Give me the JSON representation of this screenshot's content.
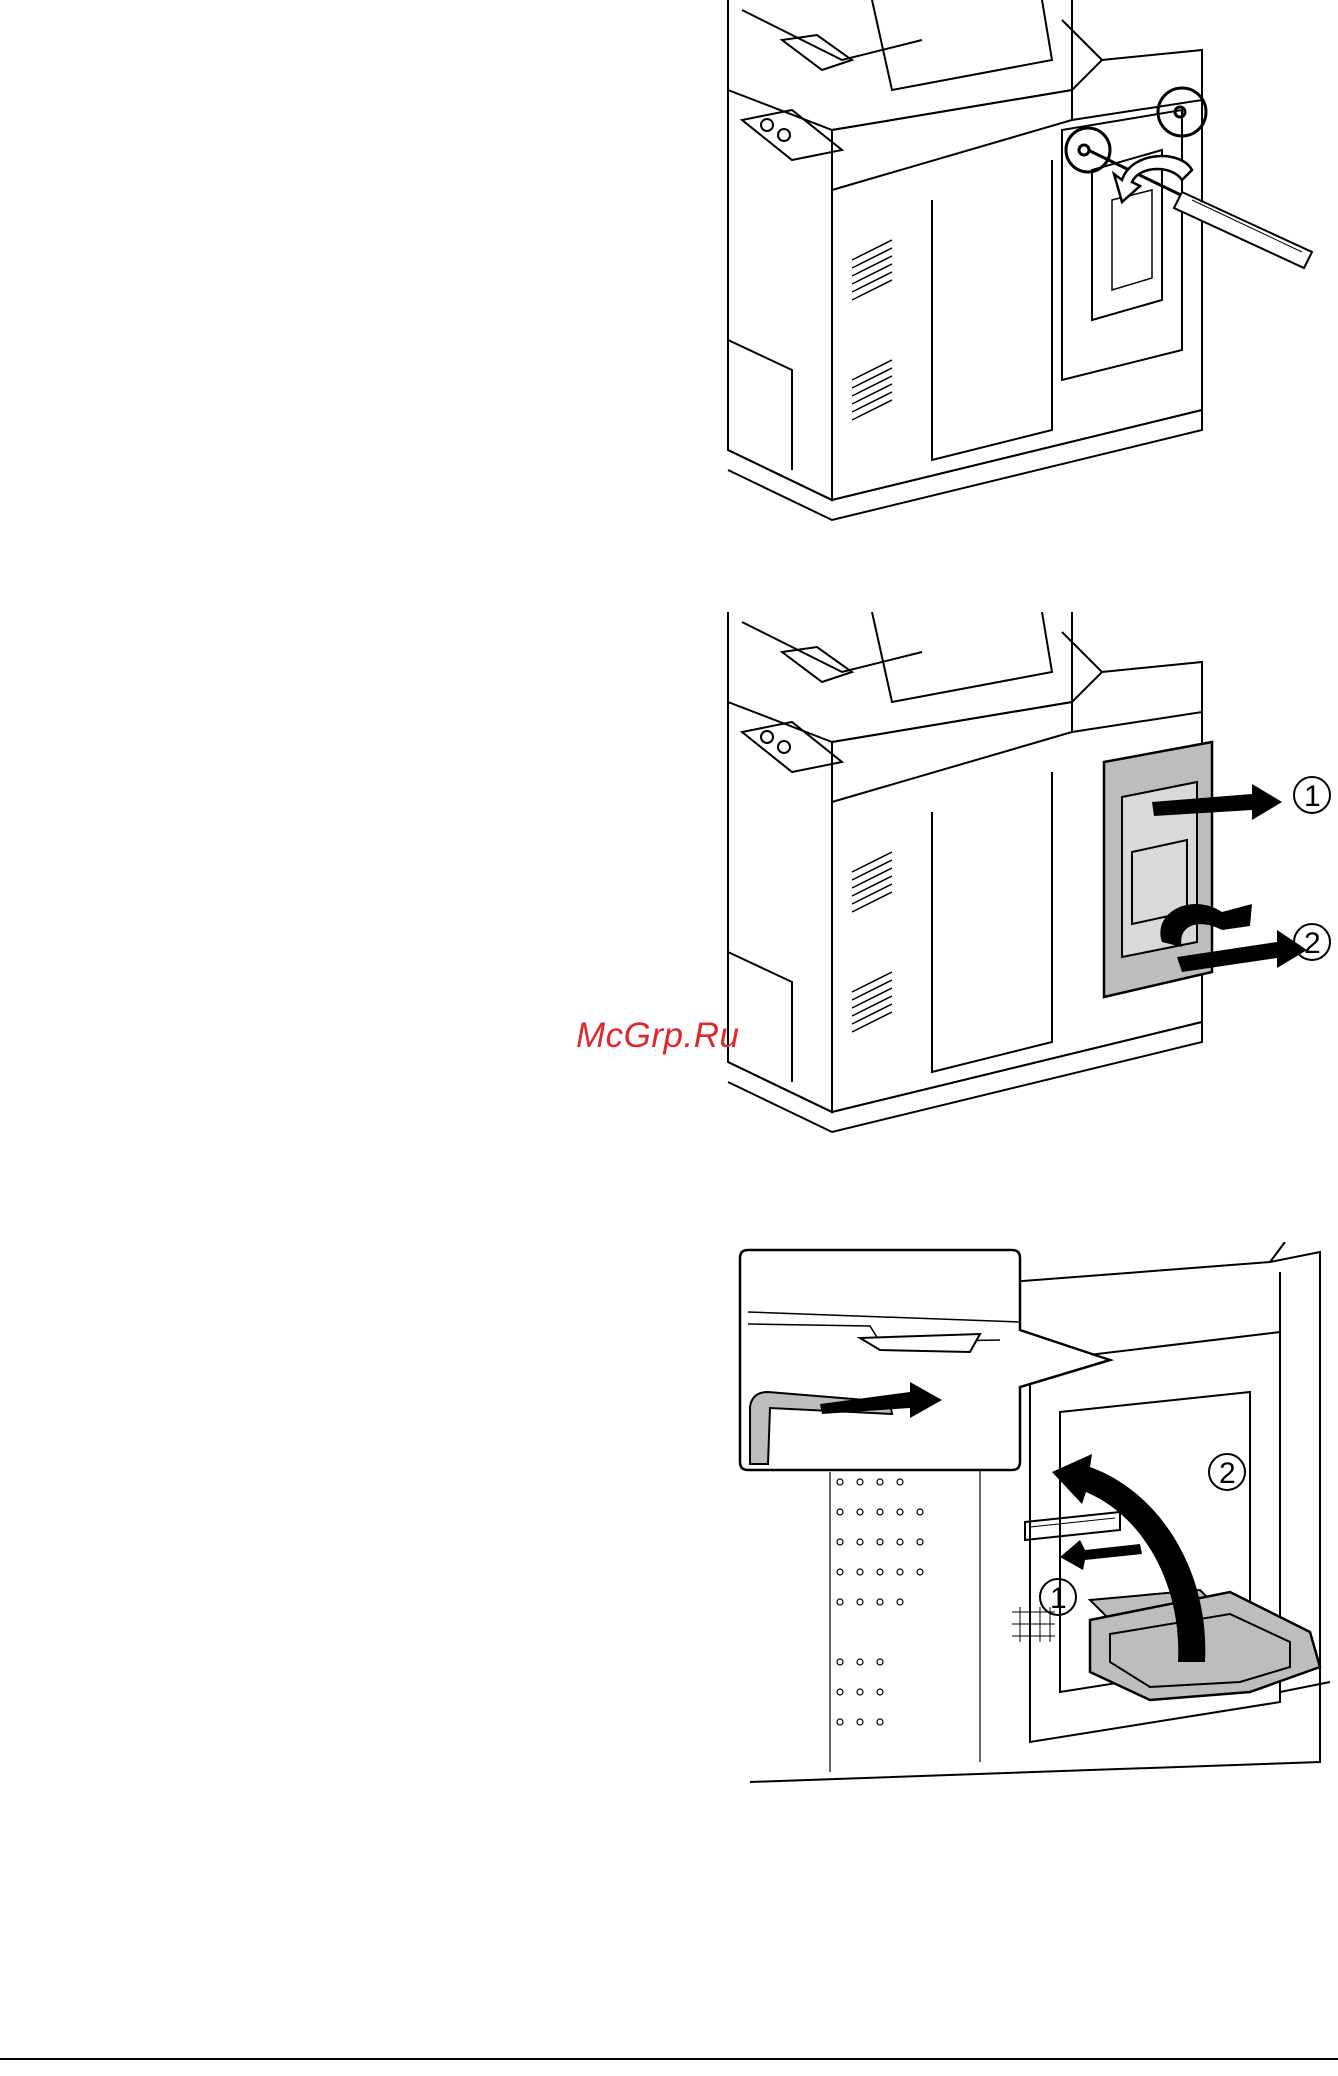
{
  "watermark": {
    "text": "McGrp.Ru",
    "color": "#e0282c"
  },
  "figures": [
    {
      "id": "fig1",
      "name": "remove-screws-illustration",
      "icons": [
        "screw-icon",
        "screwdriver-icon",
        "rotate-arrow-icon"
      ]
    },
    {
      "id": "fig2",
      "name": "remove-cover-illustration",
      "callouts": [
        "1",
        "2"
      ],
      "icons": [
        "pull-arrow-icon",
        "rotate-arrow-icon"
      ]
    },
    {
      "id": "fig3",
      "name": "install-board-illustration",
      "callouts": [
        "1",
        "2"
      ],
      "icons": [
        "push-arrow-icon",
        "curved-arrow-icon",
        "detail-inset"
      ]
    }
  ],
  "colors": {
    "line": "#000000",
    "part_fill": "#bdbdbd",
    "background": "#ffffff"
  }
}
